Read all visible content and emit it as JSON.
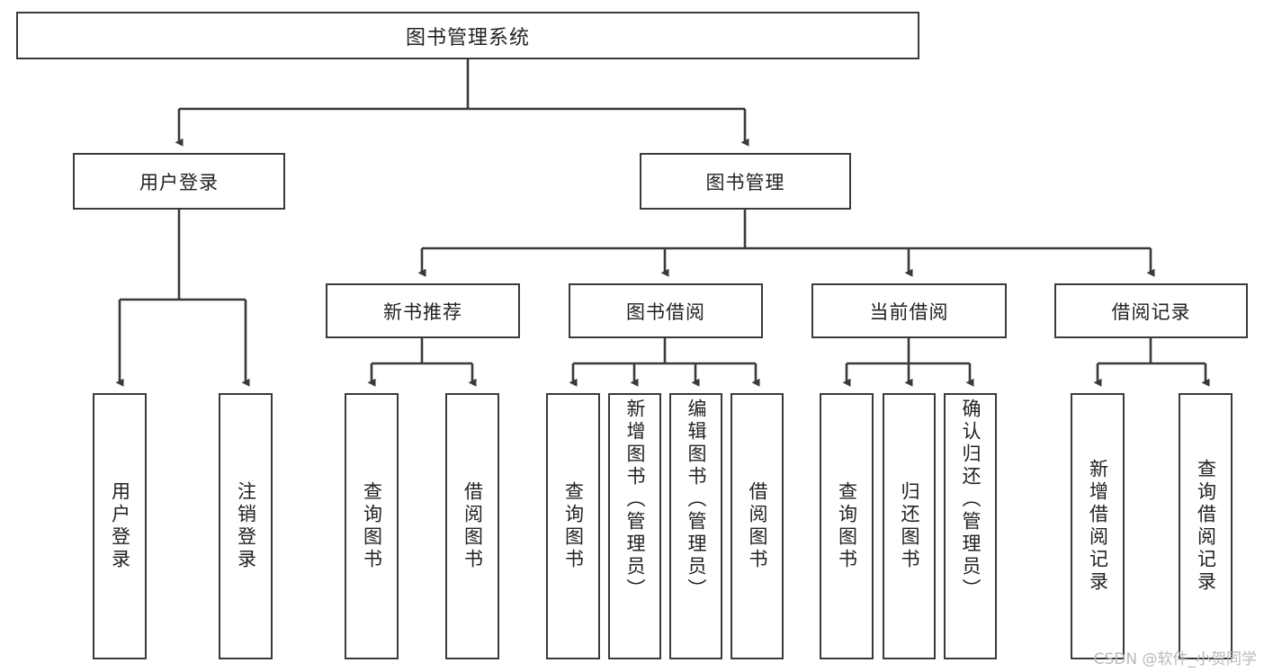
{
  "diagram": {
    "title": "图书管理系统",
    "type": "tree-hierarchy-diagram",
    "root": {
      "label": "图书管理系统"
    },
    "level2": [
      {
        "label": "用户登录"
      },
      {
        "label": "图书管理"
      }
    ],
    "level3": [
      {
        "label": "新书推荐"
      },
      {
        "label": "图书借阅"
      },
      {
        "label": "当前借阅"
      },
      {
        "label": "借阅记录"
      }
    ],
    "leaves": {
      "user_login": [
        {
          "label": "用户登录"
        },
        {
          "label": "注销登录"
        }
      ],
      "new_book_recommend": [
        {
          "label": "查询图书"
        },
        {
          "label": "借阅图书"
        }
      ],
      "book_borrow": [
        {
          "label": "查询图书"
        },
        {
          "label": "新增图书（管理员）"
        },
        {
          "label": "编辑图书（管理员）"
        },
        {
          "label": "借阅图书"
        }
      ],
      "current_borrow": [
        {
          "label": "查询图书"
        },
        {
          "label": "归还图书"
        },
        {
          "label": "确认归还（管理员）"
        }
      ],
      "borrow_record": [
        {
          "label": "新增借阅记录"
        },
        {
          "label": "查询借阅记录"
        }
      ]
    }
  },
  "watermark": {
    "text": "CSDN @软件_小贺同学"
  },
  "colors": {
    "stroke": "#3a3a3a",
    "background": "#ffffff",
    "text": "#222222",
    "watermark": "#b9b9b9"
  }
}
